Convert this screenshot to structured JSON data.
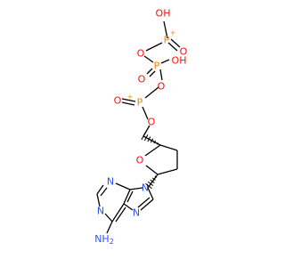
{
  "colors": {
    "oxygen": "#ff0d0d",
    "phosphorus": "#ff8000",
    "nitrogen": "#3050f8",
    "bond": "#000000",
    "background": "#ffffff"
  },
  "labels": {
    "oh_top": "OH",
    "p_top": "P",
    "p_top_charge": "+",
    "o_top_dbl": "O",
    "o_link_1": "O",
    "p_mid": "P",
    "oh_mid": "OH",
    "o_link_2": "O",
    "o_mid_dbl": "O",
    "p_low": "P",
    "p_low_charge": "+",
    "o_link_3": "O",
    "o_ring": "O",
    "n9": "N",
    "n7": "N",
    "n3": "N",
    "n1": "N",
    "nh2": "NH",
    "nh2_sub": "2"
  }
}
